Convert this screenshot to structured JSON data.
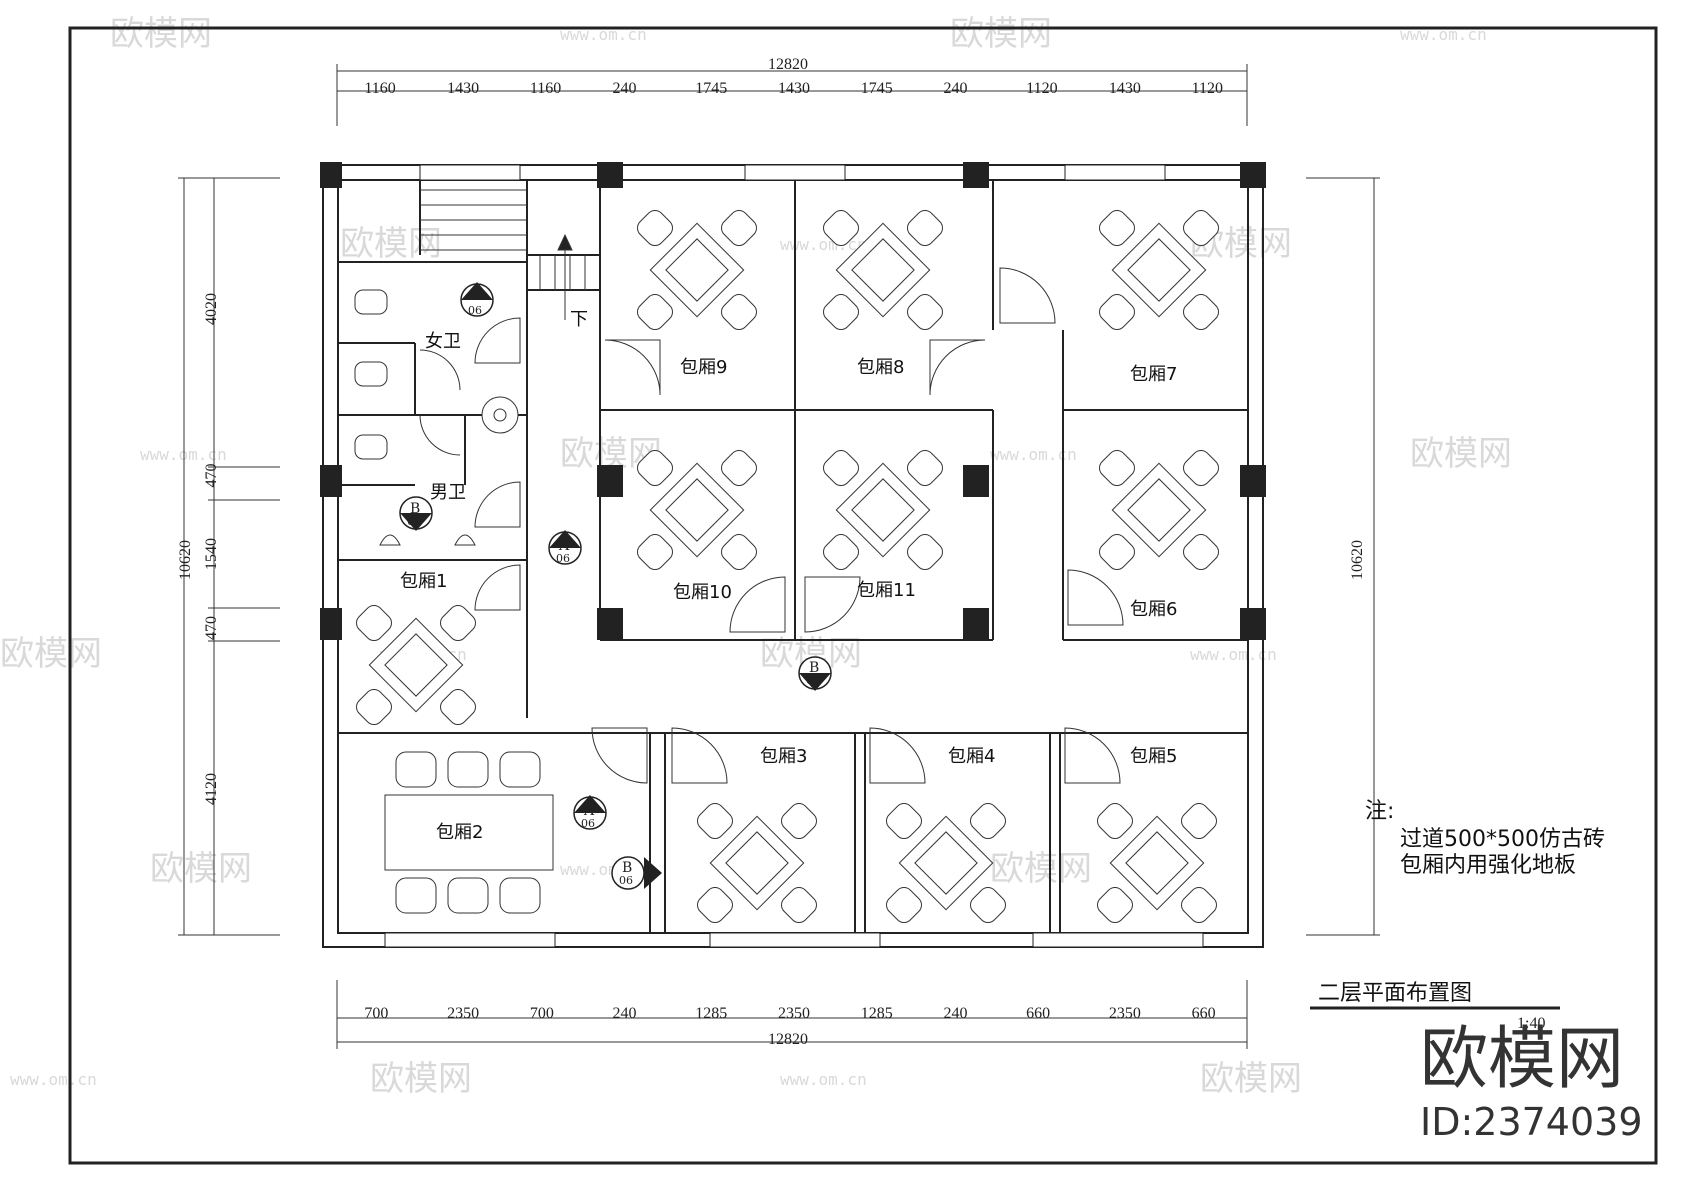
{
  "dims": {
    "total": "12820",
    "top": [
      "1160",
      "1430",
      "1160",
      "240",
      "1745",
      "1430",
      "1745",
      "240",
      "1120",
      "1430",
      "1120"
    ],
    "bottom": [
      "700",
      "2350",
      "700",
      "240",
      "1285",
      "2350",
      "1285",
      "240",
      "660",
      "2350",
      "660"
    ],
    "left": [
      "4020",
      "470",
      "1540",
      "470",
      "4120"
    ],
    "left_total": "10620",
    "right_total": "10620"
  },
  "rooms": {
    "r1": "包厢1",
    "r2": "包厢2",
    "r3": "包厢3",
    "r4": "包厢4",
    "r5": "包厢5",
    "r6": "包厢6",
    "r7": "包厢7",
    "r8": "包厢8",
    "r9": "包厢9",
    "r10": "包厢10",
    "r11": "包厢11",
    "women": "女卫",
    "men": "男卫",
    "down": "下"
  },
  "markers": {
    "a": "A",
    "b": "B",
    "sheet": "06"
  },
  "notes": {
    "heading": "注:",
    "line1": "过道500*500仿古砖",
    "line2": "包厢内用强化地板"
  },
  "title": {
    "main": "二层平面布置图",
    "scale": "1:40"
  },
  "brand": {
    "name": "欧模网",
    "id": "ID:2374039",
    "wm_text": "欧模网",
    "wm_url": "www.om.cn"
  },
  "colors": {
    "line": "#222222",
    "column": "#222222",
    "watermark": "#d9d9d9"
  }
}
